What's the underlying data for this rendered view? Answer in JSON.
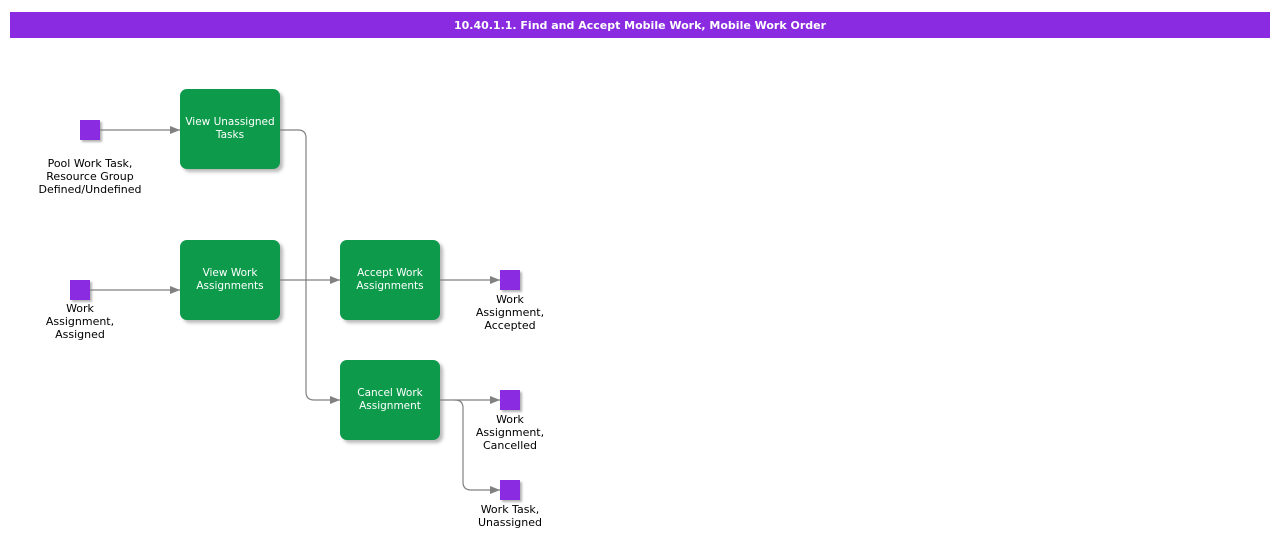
{
  "title_bar": {
    "text": "10.40.1.1. Find and Accept Mobile Work, Mobile Work Order"
  },
  "colors": {
    "title_bg": "#8A2BE2",
    "title_fg": "#FFFFFF",
    "activity_fill": "#0D9B4B",
    "activity_text": "#FFFFFF",
    "event_fill": "#8A2BE2",
    "connector": "#808080",
    "label_text": "#000000",
    "background": "#FFFFFF"
  },
  "activities": [
    {
      "id": "view-unassigned-tasks",
      "label": "View Unassigned\nTasks"
    },
    {
      "id": "view-work-assignments",
      "label": "View Work\nAssignments"
    },
    {
      "id": "accept-work-assignments",
      "label": "Accept Work\nAssignments"
    },
    {
      "id": "cancel-work-assignment",
      "label": "Cancel Work\nAssignment"
    }
  ],
  "events": [
    {
      "id": "pool-work-task",
      "label": "Pool Work Task,\nResource Group\nDefined/Undefined"
    },
    {
      "id": "work-assignment-assigned",
      "label": "Work\nAssignment,\nAssigned"
    },
    {
      "id": "work-assignment-accepted",
      "label": "Work\nAssignment,\nAccepted"
    },
    {
      "id": "work-assignment-cancelled",
      "label": "Work\nAssignment,\nCancelled"
    },
    {
      "id": "work-task-unassigned",
      "label": "Work Task,\nUnassigned"
    }
  ],
  "edges": [
    {
      "from": "pool-work-task",
      "to": "view-unassigned-tasks"
    },
    {
      "from": "work-assignment-assigned",
      "to": "view-work-assignments"
    },
    {
      "from": "view-work-assignments",
      "to": "accept-work-assignments"
    },
    {
      "from": "view-unassigned-tasks",
      "to": "cancel-work-assignment"
    },
    {
      "from": "accept-work-assignments",
      "to": "work-assignment-accepted"
    },
    {
      "from": "cancel-work-assignment",
      "to": "work-assignment-cancelled"
    },
    {
      "from": "cancel-work-assignment",
      "to": "work-task-unassigned"
    }
  ]
}
